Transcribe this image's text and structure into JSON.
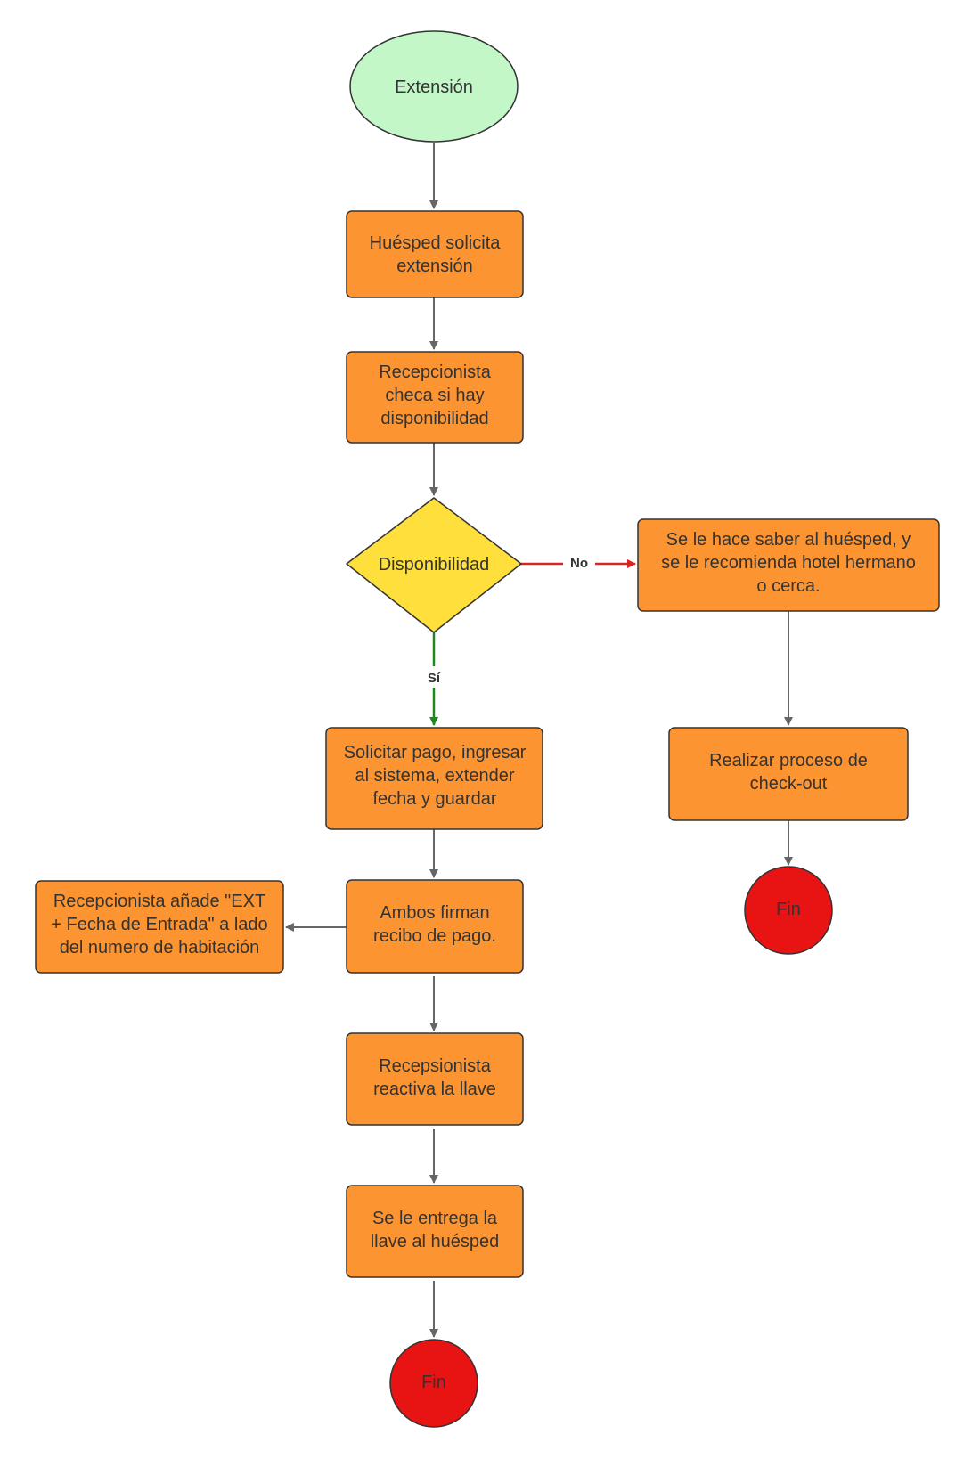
{
  "colors": {
    "start_fill": "#c3f7c8",
    "process_fill": "#fc9432",
    "decision_fill": "#ffdf3c",
    "end_fill": "#e81313",
    "stroke": "#333333",
    "arrow_default": "#666666",
    "arrow_no": "#dd2222",
    "arrow_yes": "#1e8a1e"
  },
  "nodes": {
    "start": {
      "lines": [
        "Extensión"
      ]
    },
    "request_extension": {
      "lines": [
        "Huésped solicita",
        "extensión"
      ]
    },
    "check_availability": {
      "lines": [
        "Recepcionista",
        "checa si hay",
        "disponibilidad"
      ]
    },
    "decision_availability": {
      "lines": [
        "Disponibilidad"
      ]
    },
    "no_availability": {
      "lines": [
        "Se le hace saber al huésped, y",
        "se le recomienda hotel hermano",
        "o cerca."
      ]
    },
    "checkout": {
      "lines": [
        "Realizar proceso de",
        "check-out"
      ]
    },
    "end_right": {
      "lines": [
        "Fin"
      ]
    },
    "payment": {
      "lines": [
        "Solicitar pago, ingresar",
        "al sistema, extender",
        "fecha y guardar"
      ]
    },
    "sign_receipt": {
      "lines": [
        "Ambos firman",
        "recibo de pago."
      ]
    },
    "add_ext": {
      "lines": [
        "Recepcionista añade \"EXT",
        "+ Fecha de Entrada\" a lado",
        "del numero de habitación"
      ]
    },
    "reactivate_key": {
      "lines": [
        "Recepsionista",
        "reactiva la llave"
      ]
    },
    "deliver_key": {
      "lines": [
        "Se le entrega la",
        "llave al huésped"
      ]
    },
    "end_bottom": {
      "lines": [
        "Fin"
      ]
    }
  },
  "edges": {
    "no_label": "No",
    "yes_label": "Sí"
  }
}
